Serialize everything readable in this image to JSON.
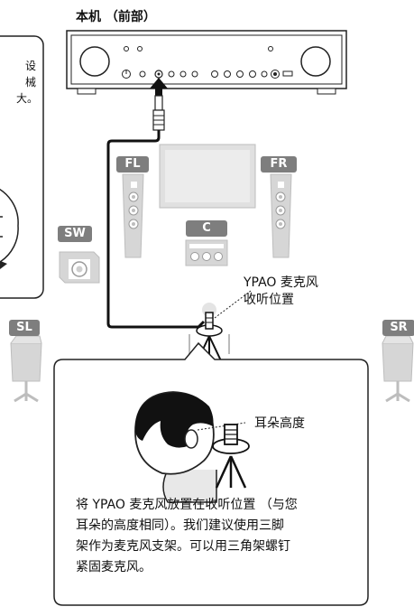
{
  "unit_title": "本机 （前部）",
  "left_panel_fragments": [
    "设",
    "械",
    "大。"
  ],
  "speakers": {
    "fl": "FL",
    "fr": "FR",
    "c": "C",
    "sw": "SW",
    "sl": "SL",
    "sr": "SR"
  },
  "mic_label_line1": "YPAO 麦克风",
  "mic_label_line2": "收听位置",
  "ear_height_label": "耳朵高度",
  "instruction_lines": [
    "将 YPAO 麦克风放置在收听位置 （与您",
    "耳朵的高度相同）。我们建议使用三脚",
    "架作为麦克风支架。可以用三角架螺钉",
    "紧固麦克风。"
  ],
  "colors": {
    "badge": "#7e7e7e",
    "speaker_body": "#d4d4d4",
    "tv_screen": "#dedede",
    "panel_border": "#222222"
  }
}
